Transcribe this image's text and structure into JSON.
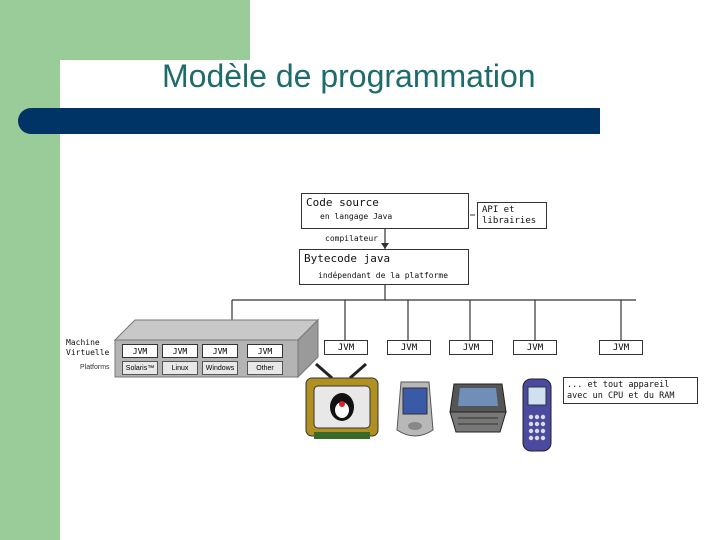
{
  "title": "Modèle de programmation",
  "source_box": {
    "title": "Code source",
    "subtitle": "en langage Java"
  },
  "api_box": {
    "line1": "API et",
    "line2": "librairies"
  },
  "compiler_label": "compilateur",
  "bytecode_box": {
    "title": "Bytecode java",
    "subtitle": "indépendant de la platforme"
  },
  "vm_panel": {
    "label_line1": "Machine",
    "label_line2": "Virtuelle",
    "platforms_label": "Platforms",
    "jvms": [
      "JVM",
      "JVM",
      "JVM",
      "JVM"
    ],
    "platforms": [
      "Solaris™",
      "Linux",
      "Windows",
      "Other"
    ]
  },
  "jvm_row": [
    "JVM",
    "JVM",
    "JVM",
    "JVM",
    "JVM"
  ],
  "devices_box": {
    "line1": "... et tout appareil",
    "line2": "avec un CPU et du RAM"
  },
  "icons": [
    "tv-icon",
    "pda-icon",
    "handheld-computer-icon",
    "mobile-phone-icon"
  ],
  "colors": {
    "green": "#99cc99",
    "navy": "#003366",
    "title": "#1e6b6b"
  }
}
